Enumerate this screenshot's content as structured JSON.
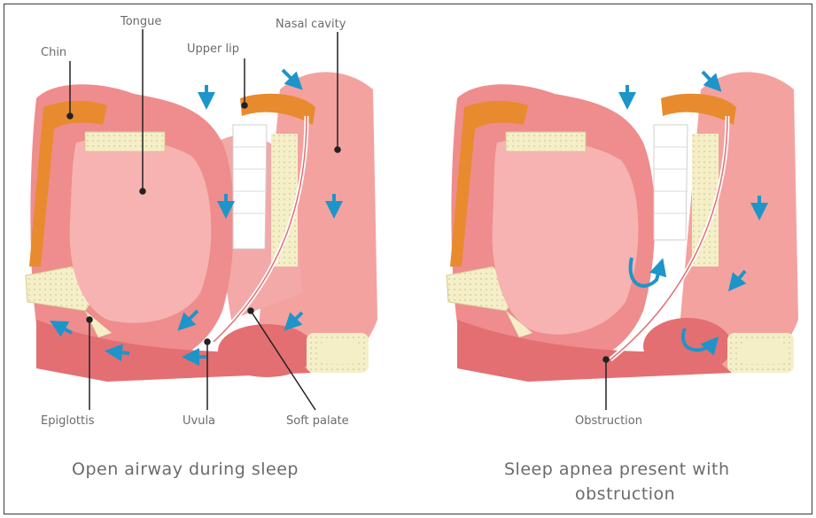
{
  "colors": {
    "tissue": "#ef8c8d",
    "tissue_light": "#f6b3b1",
    "tissue_dark": "#e36f73",
    "bone": "#f5efc8",
    "muscle": "#e88b2f",
    "airflow_arrow": "#1e95c9",
    "label_text": "#6b6b6b"
  },
  "left_panel": {
    "labels": {
      "chin": "Chin",
      "tongue": "Tongue",
      "upper_lip": "Upper lip",
      "nasal_cavity": "Nasal cavity",
      "epiglottis": "Epiglottis",
      "uvula": "Uvula",
      "soft_palate": "Soft palate"
    },
    "caption": "Open airway during sleep"
  },
  "right_panel": {
    "labels": {
      "obstruction": "Obstruction"
    },
    "caption_line1": "Sleep apnea present with",
    "caption_line2": "obstruction"
  },
  "icons": [
    "airflow-arrow-icon",
    "swirl-arrow-icon"
  ]
}
